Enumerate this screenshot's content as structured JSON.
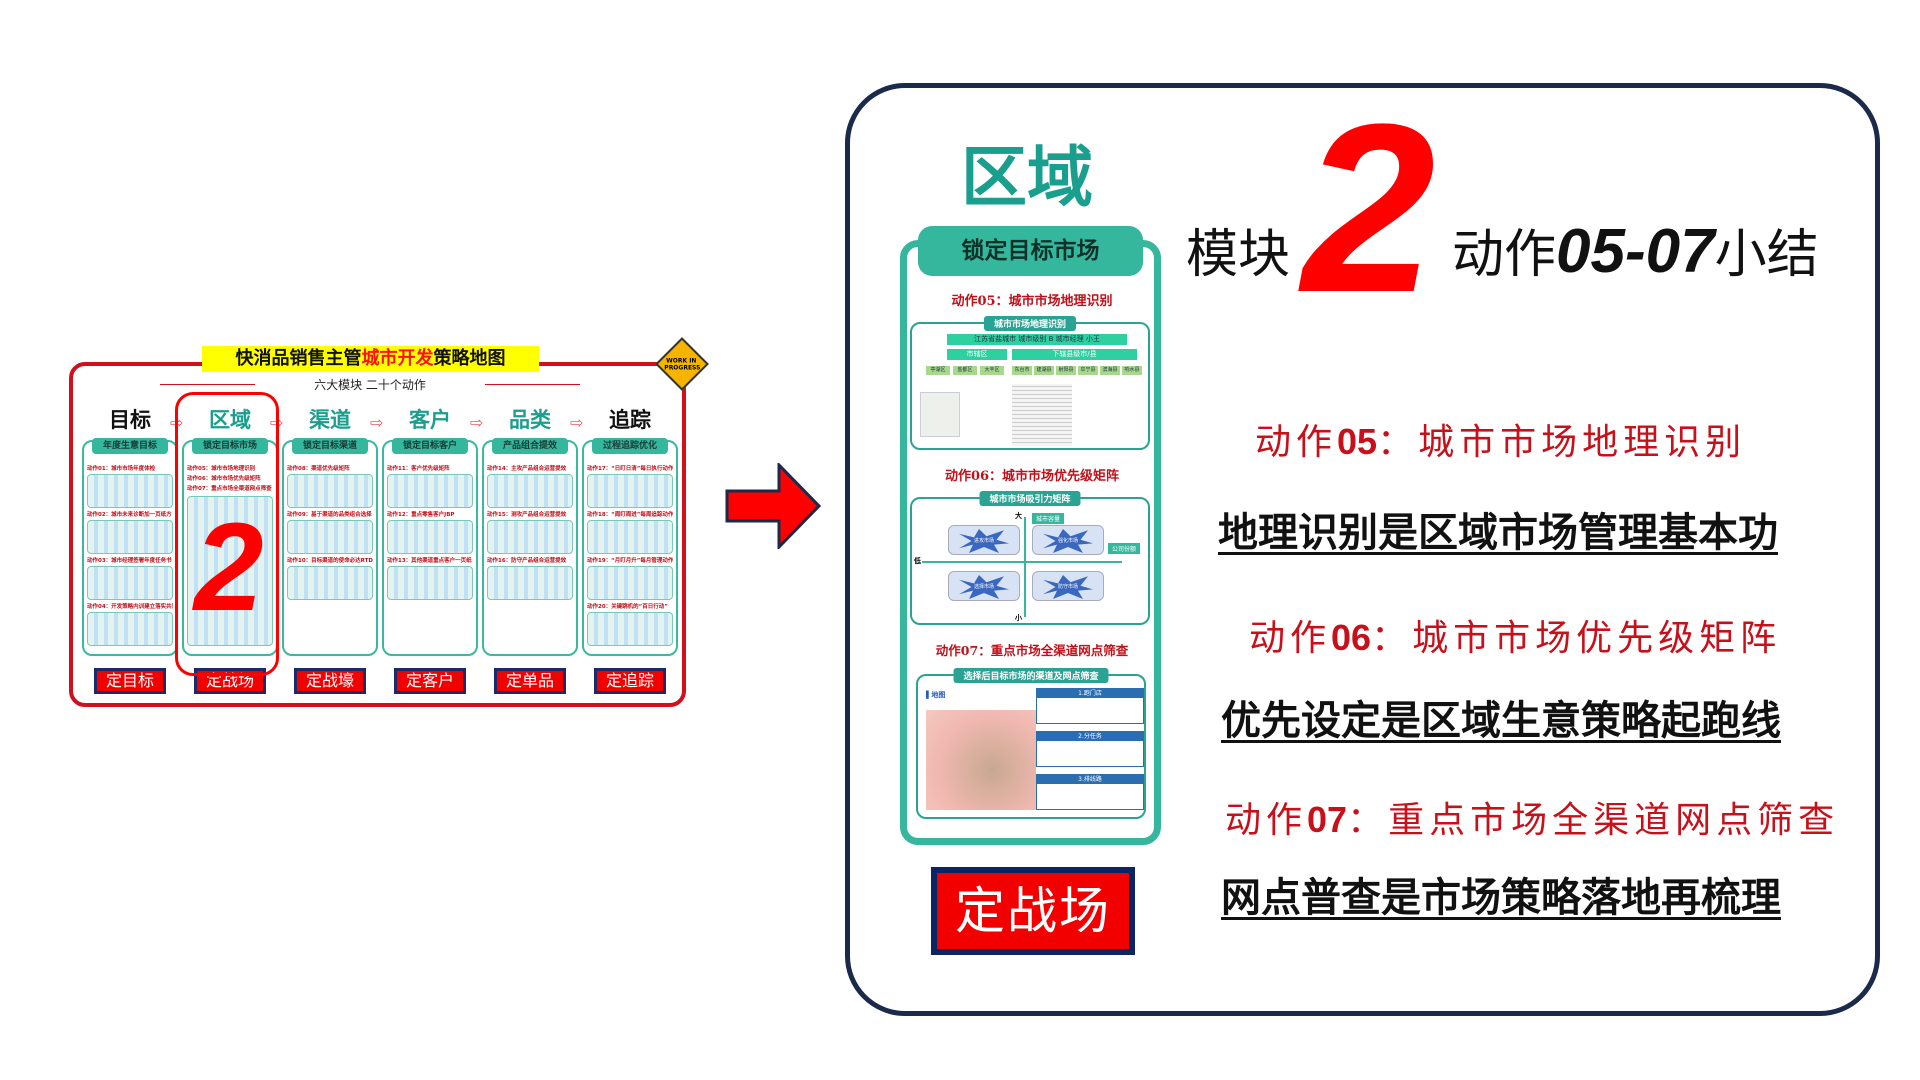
{
  "overview": {
    "title_pre": "快消品销售主管",
    "title_highlight": "城市开发",
    "title_post": "策略地图",
    "subtitle": "六大模块 二十个动作",
    "badge": "WORK IN PROGRESS",
    "highlight_number": "2",
    "modules": [
      {
        "head": "目标",
        "tab": "年度生意目标",
        "label": "定目标",
        "actions": [
          "动作01：城市市场年度体检",
          "动作02：城市未来诊断加一页纸方",
          "动作03：城市经理签署年度任务书",
          "动作04：开发策略内训建立落实共识"
        ]
      },
      {
        "head": "区域",
        "tab": "锁定目标市场",
        "label": "定战场",
        "actions": [
          "动作05：城市市场地理识别",
          "动作06：城市市场优先级矩阵",
          "动作07：重点市场全渠道网点筛查"
        ]
      },
      {
        "head": "渠道",
        "tab": "锁定目标渠道",
        "label": "定战壕",
        "actions": [
          "动作08：渠道优先级矩阵",
          "动作09：基于渠道的品类组合选择",
          "动作10：目标渠道的使命必达RTD"
        ]
      },
      {
        "head": "客户",
        "tab": "锁定目标客户",
        "label": "定客户",
        "actions": [
          "动作11：客户优先级矩阵",
          "动作12：重点零售客户JBP",
          "动作13：其他渠道重点客户一页纸"
        ]
      },
      {
        "head": "品类",
        "tab": "产品组合提效",
        "label": "定单品",
        "actions": [
          "动作14：主攻产品组合运营提效",
          "动作15：测攻产品组合运营提效",
          "动作16：防守产品组合运营提效"
        ]
      },
      {
        "head": "追踪",
        "tab": "过程追踪优化",
        "label": "定追踪",
        "actions": [
          "动作17：“日盯日清”每日执行动作",
          "动作18：“周盯周进”每周追踪动作",
          "动作19：“月盯月升”每月管理动作",
          "动作20：关键跳机的“百日行动”"
        ]
      }
    ]
  },
  "detail": {
    "region": "区域",
    "card_tab": "锁定目标市场",
    "act05": "动作05：城市市场地理识别",
    "act06": "动作06：城市市场优先级矩阵",
    "act07": "动作07：重点市场全渠道网点筛查",
    "geo": {
      "title": "城市市场地理识别",
      "city_bar": "江苏省盐城市 城市级别 B 城市经理 小王",
      "urban": "市辖区",
      "county": "下辖县级市/县",
      "districts": [
        "亭湖区",
        "盐都区",
        "大丰区"
      ],
      "counties": [
        "东台市",
        "建湖县",
        "射阳县",
        "阜宁县",
        "滨海县",
        "响水县"
      ]
    },
    "matrix": {
      "title": "城市市场吸引力矩阵",
      "high": "大",
      "low_y": "小",
      "low_x": "低",
      "y_tag": "城市容量",
      "x_tag": "公司份额",
      "quadrants": [
        "进攻市场",
        "强化市场",
        "选择市场",
        "防守市场"
      ]
    },
    "screen": {
      "title": "选择后目标市场的渠道及网点筛查",
      "map_label": "地图",
      "steps": [
        "1.跑门店",
        "2.分任务",
        "3.排线路"
      ]
    },
    "button": "定战场"
  },
  "summary": {
    "module_word": "模块",
    "module_number": "2",
    "action_word": "动作",
    "action_range": "05-07",
    "summary_word": "小结",
    "items": [
      {
        "prefix": "动作",
        "num": "05",
        "title": "：城市市场地理识别",
        "summary": "地理识别是区域市场管理基本功"
      },
      {
        "prefix": "动作",
        "num": "06",
        "title": "：城市市场优先级矩阵",
        "summary": "优先设定是区域生意策略起跑线"
      },
      {
        "prefix": "动作",
        "num": "07",
        "title": "：重点市场全渠道网点筛查",
        "summary": "网点普查是市场策略落地再梳理"
      }
    ]
  },
  "colors": {
    "teal": "#1a9e8e",
    "red": "#ff0000",
    "navy": "#1b2a4a"
  }
}
